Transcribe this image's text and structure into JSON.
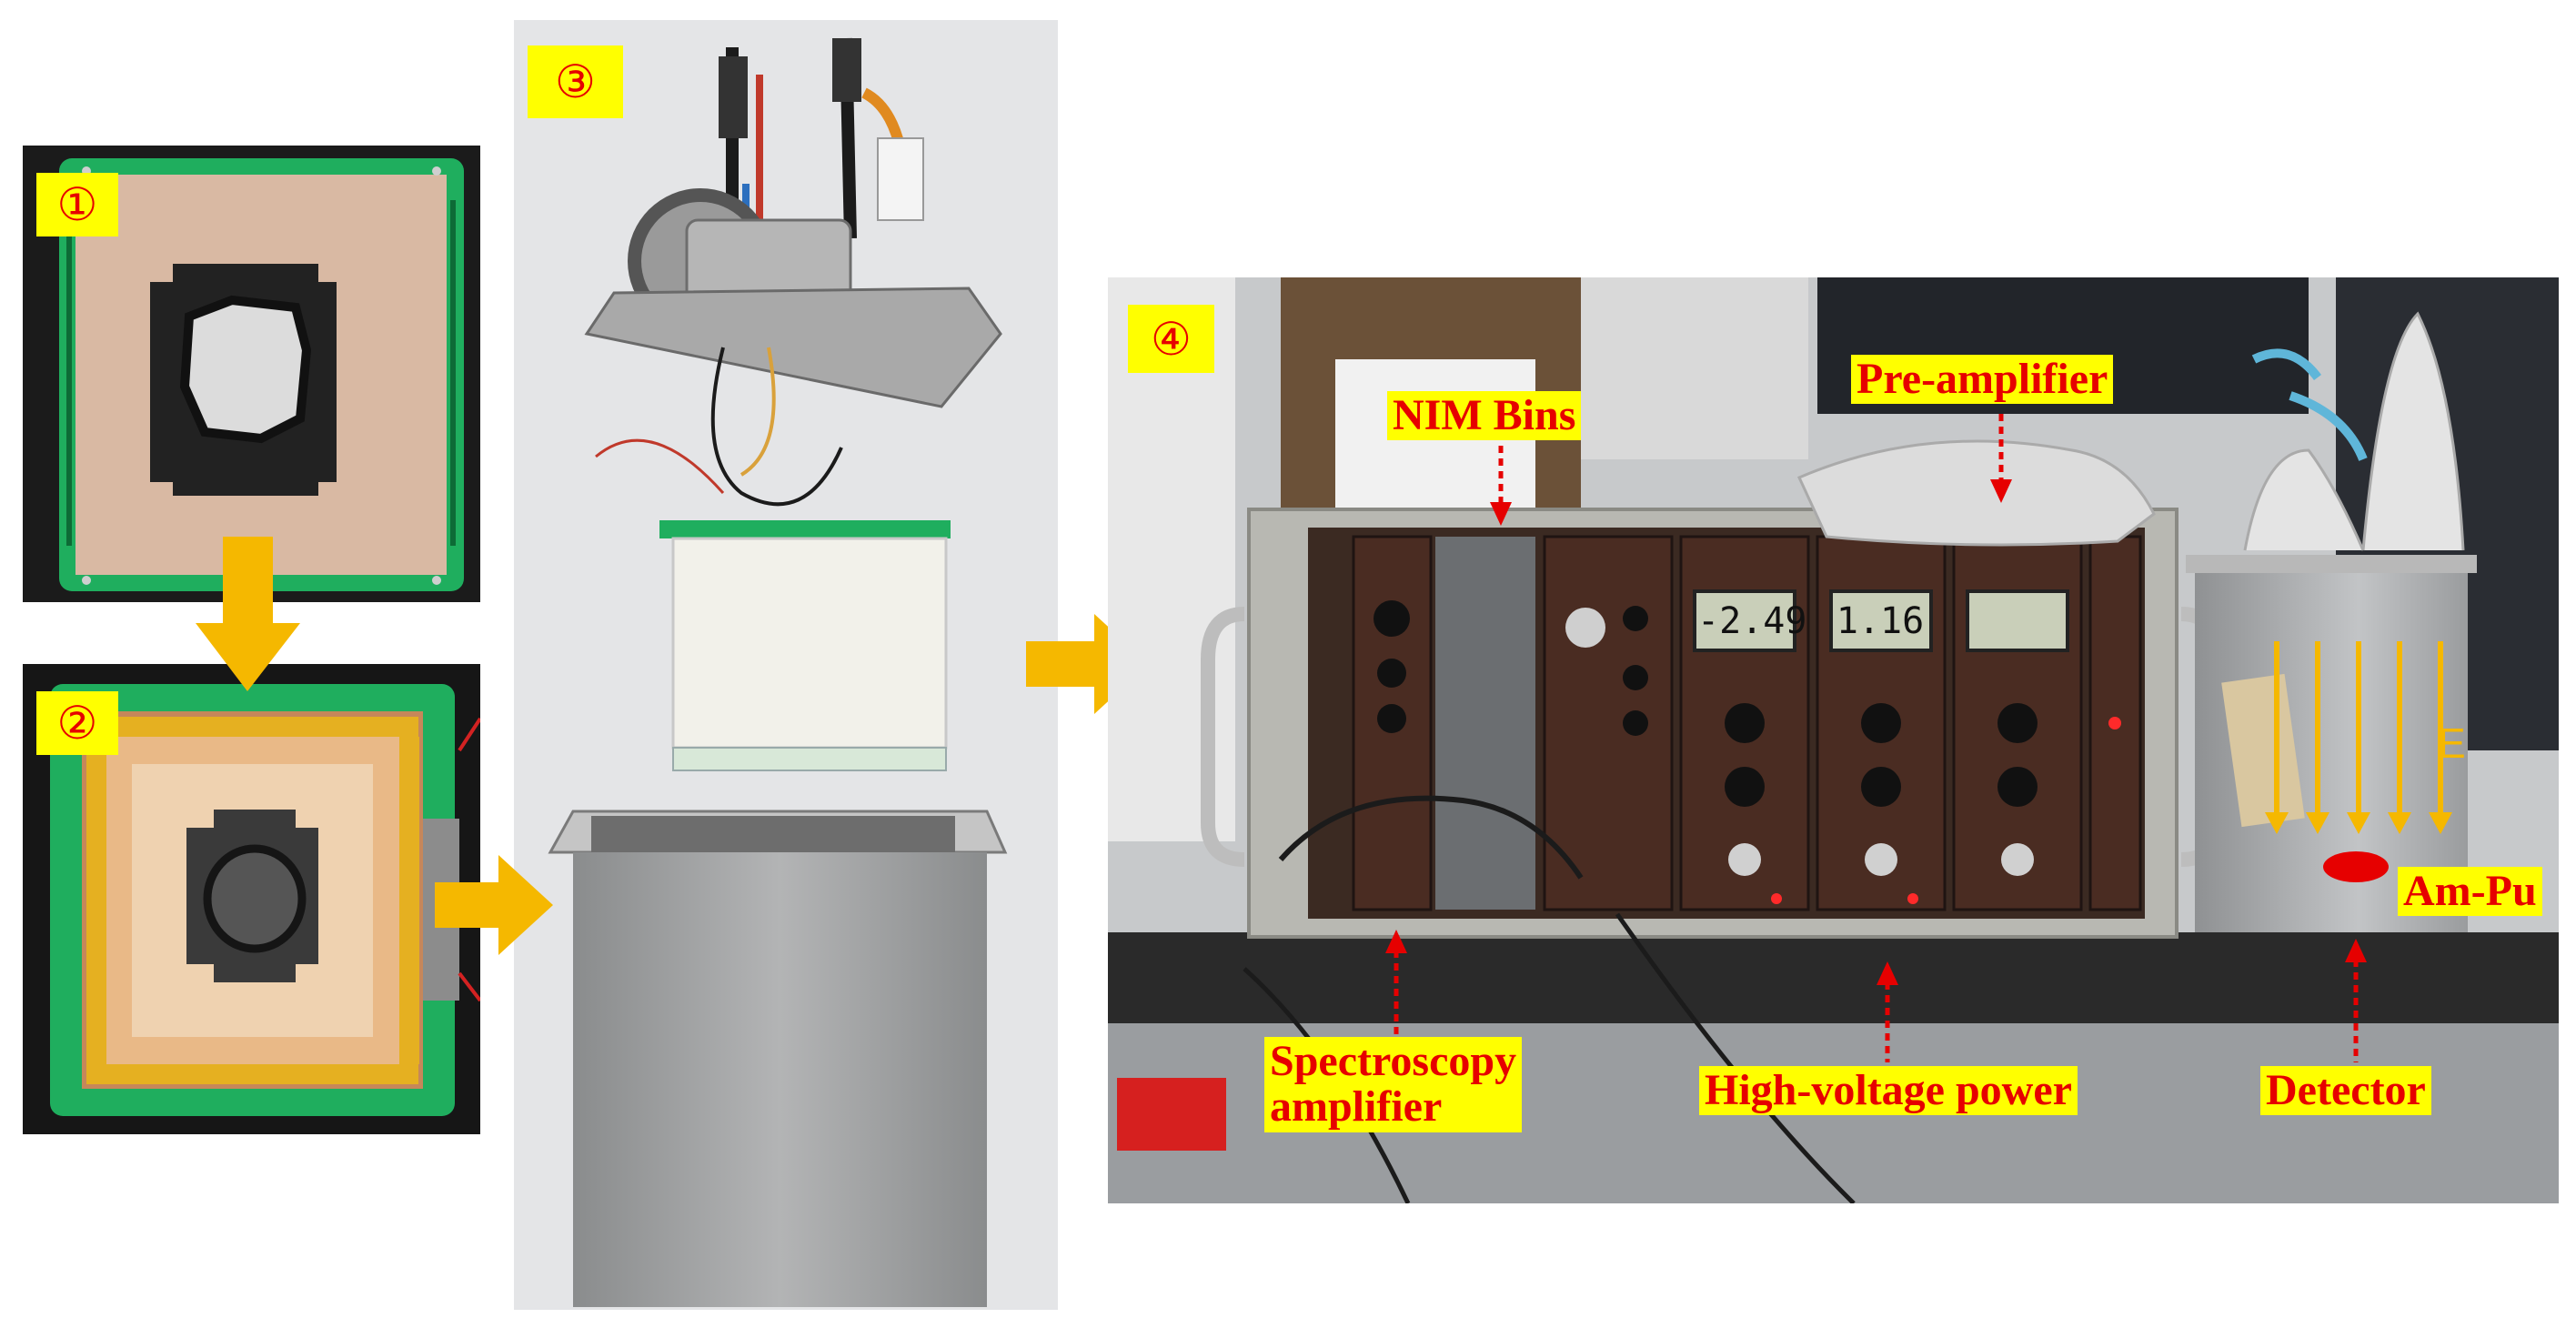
{
  "panels": {
    "p1": {
      "label": "①"
    },
    "p2": {
      "label": "②"
    },
    "p3": {
      "label": "③"
    },
    "p4": {
      "label": "④"
    }
  },
  "annotations": {
    "nim_bins": "NIM Bins",
    "pre_amplifier": "Pre-amplifier",
    "spectroscopy_line1": "Spectroscopy",
    "spectroscopy_line2": "amplifier",
    "high_voltage_power": "High-voltage power",
    "detector": "Detector",
    "am_pu": "Am-Pu",
    "field": "E"
  },
  "readouts": {
    "display1": "-2.49",
    "display2": "1.16"
  },
  "colors": {
    "label_bg": "#ffff00",
    "label_text": "#e60000",
    "flow_arrow": "#f5b800",
    "callout_arrow": "#e60000"
  }
}
